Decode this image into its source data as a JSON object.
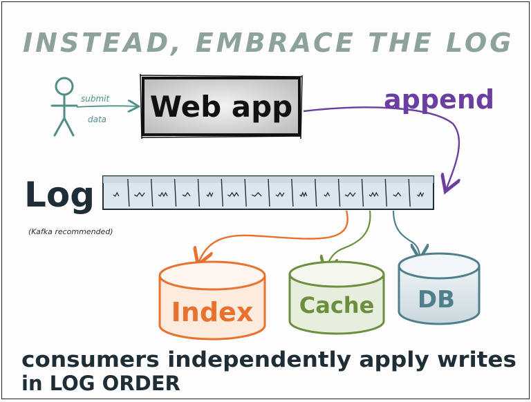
{
  "title": "INSTEAD, EMBRACE THE LOG",
  "actor": {
    "arrow_label_line1": "submit",
    "arrow_label_line2": "data"
  },
  "web_app": {
    "label": "Web app"
  },
  "append_label": "append",
  "log": {
    "label": "Log",
    "note": "(Kafka recommended)",
    "segment_count": 14
  },
  "consumers": [
    {
      "label": "Index",
      "color": "#e8712e"
    },
    {
      "label": "Cache",
      "color": "#6b8f3e"
    },
    {
      "label": "DB",
      "color": "#4f7e8d"
    }
  ],
  "caption": {
    "line1": "consumers independently apply writes",
    "line2": "in LOG ORDER"
  },
  "colors": {
    "title": "#8da39a",
    "ink": "#1f2d36",
    "actor": "#4f8f86",
    "append": "#6b3fa0",
    "log_fill": "#dbe6ee"
  }
}
